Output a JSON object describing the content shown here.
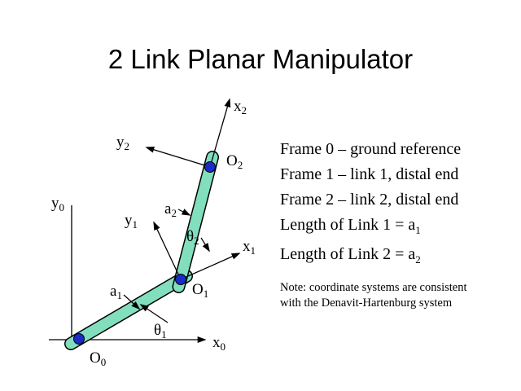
{
  "slide": {
    "title": "2 Link Planar Manipulator",
    "facts": [
      {
        "text": "Frame 0 – ground reference",
        "sub": ""
      },
      {
        "text": "Frame 1 – link 1, distal end",
        "sub": ""
      },
      {
        "text": "Frame 2 – link 2, distal end",
        "sub": ""
      },
      {
        "text": "Length of Link 1 = a",
        "sub": "1"
      },
      {
        "text": "Length of Link 2 = a",
        "sub": "2"
      }
    ],
    "note": [
      "Note: coordinate systems are consistent",
      "with the Denavit-Hartenburg system"
    ]
  },
  "diagram": {
    "labels": {
      "x0": {
        "base": "x",
        "sub": "0"
      },
      "y0": {
        "base": "y",
        "sub": "0"
      },
      "x1": {
        "base": "x",
        "sub": "1"
      },
      "y1": {
        "base": "y",
        "sub": "1"
      },
      "x2": {
        "base": "x",
        "sub": "2"
      },
      "y2": {
        "base": "y",
        "sub": "2"
      },
      "o0": {
        "base": "O",
        "sub": "0"
      },
      "o1": {
        "base": "O",
        "sub": "1"
      },
      "o2": {
        "base": "O",
        "sub": "2"
      },
      "a1": {
        "base": "a",
        "sub": "1"
      },
      "a2": {
        "base": "a",
        "sub": "2"
      },
      "theta1": {
        "base": "θ",
        "sub": "1"
      },
      "theta2": {
        "base": "θ",
        "sub": "2"
      }
    },
    "colors": {
      "link_fill": "#82dfbe",
      "joint_fill": "#1b2bc8",
      "stroke": "#000000"
    }
  }
}
